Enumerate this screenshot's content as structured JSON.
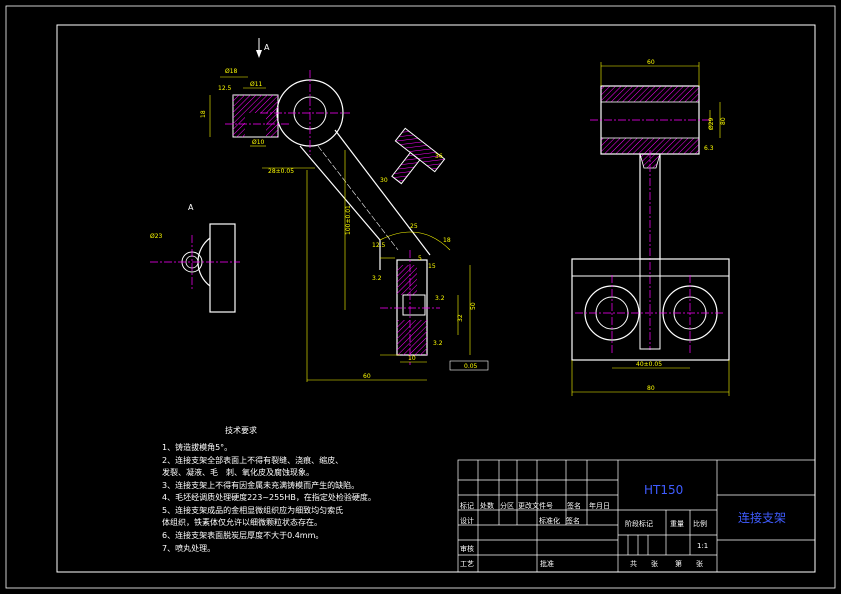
{
  "view_label": "A",
  "section_label": "A",
  "technical_requirements": {
    "title": "技术要求",
    "items": [
      "1、铸造拔模角5°。",
      "2、连接支架全部表面上不得有裂缝、浇痕、缩皮、",
      "    发裂、凝液、毛　刺、氧化皮及腐蚀现象。",
      "3、连接支架上不得有因金属未充满铸模而产生的缺陷。",
      "4、毛坯经调质处理硬度223~255HB，在指定处检验硬度。",
      "5、连接支架成品的金相显微组织应为细致均匀索氏",
      "    体组织，铁素体仅允许以细微颗粒状态存在。",
      "6、连接支架表面脱炭层厚度不大于0.4mm。",
      "7、喷丸处理。"
    ]
  },
  "title_block": {
    "material": "HT150",
    "part_name": "连接支架",
    "row_headers": [
      "标记",
      "处数",
      "分区",
      "更改文件号",
      "签名",
      "年月日"
    ],
    "design": "设计",
    "standardization": "标准化",
    "signature": "签名",
    "review": "审核",
    "process": "工艺",
    "approve": "批准",
    "stage_mark": "阶段标记",
    "weight": "重量",
    "scale_label": "比例",
    "scale_value": "1:1",
    "sheets_total": "共　　张",
    "sheet_no": "第　　张"
  },
  "dimensions": {
    "d1": "Ø18",
    "d2": "Ø11",
    "d3": "12.5",
    "d4": "18",
    "d5": "Ø10",
    "d6": "28±0.05",
    "d7": "100±0.01",
    "d8": "25",
    "d9": "60",
    "d10": "36",
    "d11": "30",
    "d12": "12.5",
    "d13": "18",
    "d14": "5",
    "d15": "15",
    "d16": "3.2",
    "d17": "3.2",
    "d18": "50",
    "d19": "32",
    "d20": "10",
    "d21": "0.05",
    "d22": "60",
    "d23": "Ø23",
    "d24": "80",
    "d25": "Ø29",
    "d26": "6.3",
    "d27": "40±0.05",
    "d28": "80",
    "d29": "3.2"
  }
}
